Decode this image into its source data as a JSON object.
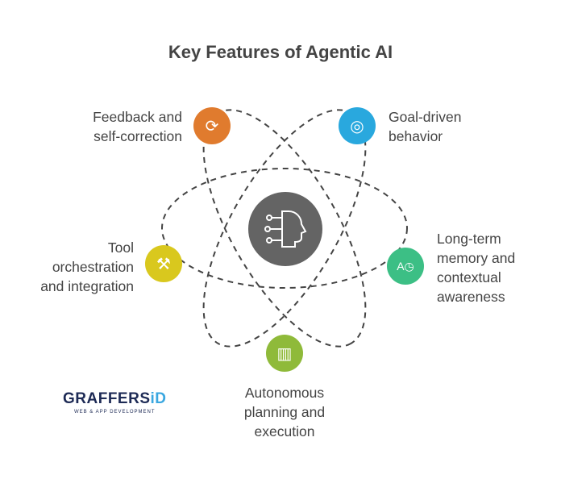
{
  "title": "Key Features of Agentic AI",
  "center": {
    "icon": "ai-head-circuit-icon",
    "color": "#646464"
  },
  "features": [
    {
      "label1": "Feedback and",
      "label2": "self-correction",
      "icon": "refresh-gear-icon",
      "color": "#e07b2e"
    },
    {
      "label1": "Goal-driven",
      "label2": "behavior",
      "icon": "target-icon",
      "color": "#29a8de"
    },
    {
      "label1": "Long-term",
      "label2": "memory and",
      "label3": "contextual",
      "label4": "awareness",
      "icon": "memory-clock-icon",
      "color": "#3cbf85"
    },
    {
      "label1": "Autonomous",
      "label2": "planning and",
      "label3": "execution",
      "icon": "map-icon",
      "color": "#8fba3a"
    },
    {
      "label1": "Tool",
      "label2": "orchestration",
      "label3": "and integration",
      "icon": "tools-icon",
      "color": "#d9c81e"
    }
  ],
  "logo": {
    "brand": "GRAFFERS",
    "brand_accent": "iD",
    "tagline": "WEB & APP DEVELOPMENT"
  }
}
